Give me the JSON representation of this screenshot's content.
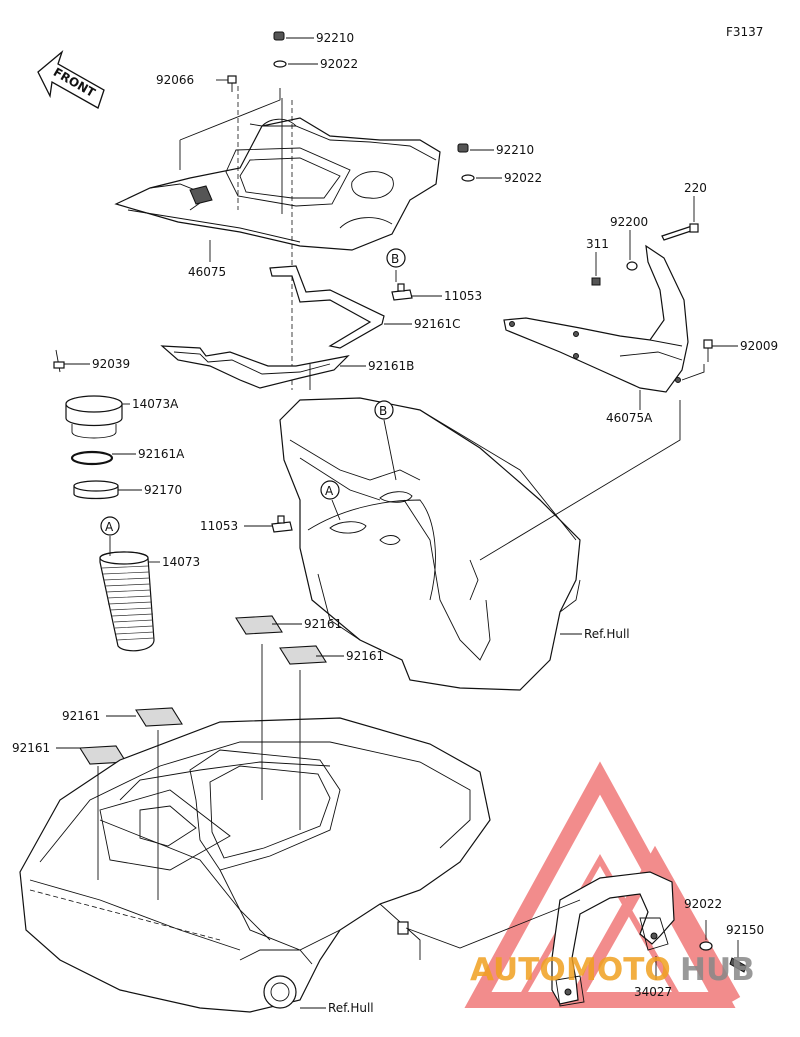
{
  "figure_code": "F3137",
  "front_marker": "FRONT",
  "callouts": [
    {
      "id": "92210-a",
      "text": "92210"
    },
    {
      "id": "92022-a",
      "text": "92022"
    },
    {
      "id": "92066",
      "text": "92066"
    },
    {
      "id": "92210-b",
      "text": "92210"
    },
    {
      "id": "92022-b",
      "text": "92022"
    },
    {
      "id": "220",
      "text": "220"
    },
    {
      "id": "92200",
      "text": "92200"
    },
    {
      "id": "311",
      "text": "311"
    },
    {
      "id": "46075",
      "text": "46075"
    },
    {
      "id": "11053-a",
      "text": "11053"
    },
    {
      "id": "92161C",
      "text": "92161C"
    },
    {
      "id": "92009",
      "text": "92009"
    },
    {
      "id": "92039",
      "text": "92039"
    },
    {
      "id": "92161B",
      "text": "92161B"
    },
    {
      "id": "14073A",
      "text": "14073A"
    },
    {
      "id": "46075A",
      "text": "46075A"
    },
    {
      "id": "92161A",
      "text": "92161A"
    },
    {
      "id": "92170",
      "text": "92170"
    },
    {
      "id": "11053-b",
      "text": "11053"
    },
    {
      "id": "14073",
      "text": "14073"
    },
    {
      "id": "ref-hull-a",
      "text": "Ref.Hull"
    },
    {
      "id": "92161-a",
      "text": "92161"
    },
    {
      "id": "92161-b",
      "text": "92161"
    },
    {
      "id": "92161-c",
      "text": "92161"
    },
    {
      "id": "92161-d",
      "text": "92161"
    },
    {
      "id": "92022-c",
      "text": "92022"
    },
    {
      "id": "92150",
      "text": "92150"
    },
    {
      "id": "34027",
      "text": "34027"
    },
    {
      "id": "ref-hull-b",
      "text": "Ref.Hull"
    }
  ],
  "reference_markers": {
    "A": "A",
    "B": "B"
  },
  "watermark": {
    "part1": "AUTO",
    "part2": "MOTO",
    "part3": "HUB",
    "color_primary": "#f0a020",
    "color_secondary": "#888888",
    "color_triangle": "#e83030"
  }
}
